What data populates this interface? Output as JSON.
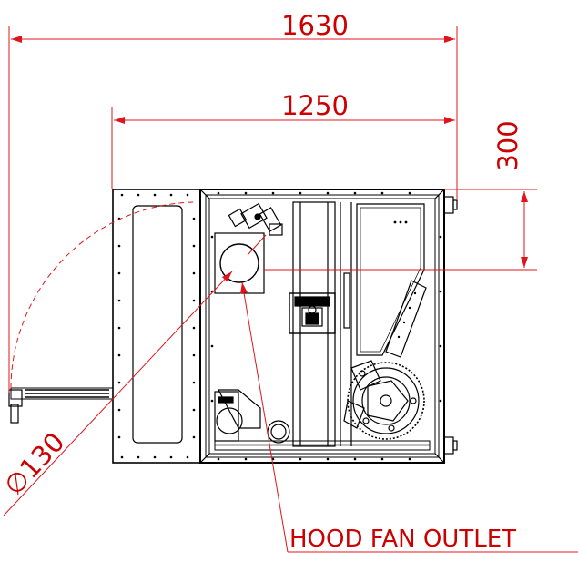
{
  "dimensions": {
    "overall_width": "1630",
    "inner_width": "1250",
    "offset": "300",
    "diameter": "∅130"
  },
  "callout": {
    "label": "HOOD FAN OUTLET"
  },
  "colors": {
    "dimension": "#e0141c",
    "outline": "#000000",
    "background": "#ffffff"
  }
}
